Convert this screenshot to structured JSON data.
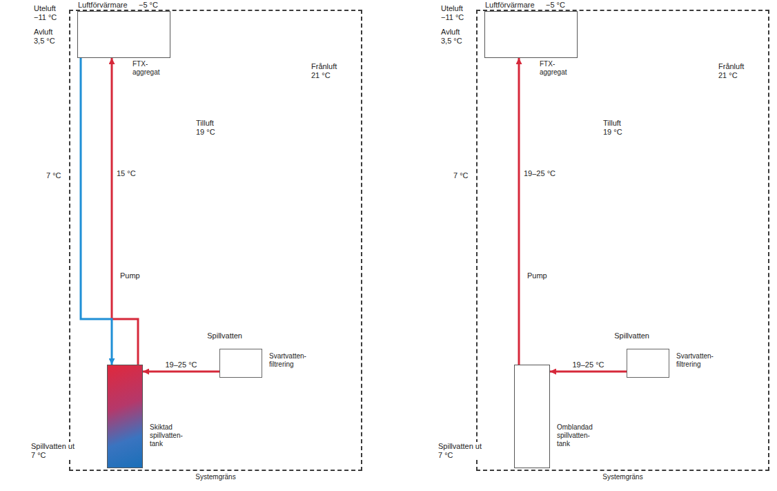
{
  "diagram": {
    "nodes": [
      {
        "text": [
          "Systemgräns"
        ]
      },
      {
        "text": [
          "FTX- aggregat"
        ],
        "in": 0
      },
      {
        "text": [
          "Svartvatten- filtrering"
        ],
        "in": 0
      },
      {
        "text": [
          "Skiktad spillvatten- tank"
        ],
        "in": 0
      },
      {
        "text": [
          "Systemgräns"
        ]
      },
      {
        "text": [
          "FTX- aggregat"
        ],
        "in": 4
      },
      {
        "text": [
          "Svartvatten- filtrering"
        ],
        "in": 4
      },
      {
        "text": [
          "Omblandad spillvatten- tank"
        ],
        "in": 4
      }
    ],
    "edges": [
      {
        "from": 2,
        "to": 3,
        "label": "19–25 °C",
        "arrow": "to"
      },
      {
        "from": 3,
        "to": 1,
        "arrow": "to"
      },
      {
        "from": 1,
        "to": 3,
        "arrow": "to"
      },
      {
        "from": 6,
        "to": 7,
        "label": "19–25 °C",
        "arrow": "to"
      },
      {
        "from": 7,
        "to": 5,
        "arrow": "to"
      }
    ],
    "labels": [
      "Luftförvärmare",
      "−5 °C",
      "Uteluft −11 °C",
      "Avluft 3,5 °C",
      "Frånluft 21 °C",
      "Tilluft 19 °C",
      "7 °C",
      "15 °C",
      "Pump",
      "Spillvatten",
      "Spillvatten ut 7 °C",
      "Luftförvärmare",
      "−5 °C",
      "Uteluft −11 °C",
      "Avluft 3,5 °C",
      "Frånluft 21 °C",
      "Tilluft 19 °C",
      "7 °C",
      "19–25 °C",
      "Pump",
      "Spillvatten",
      "Spillvatten ut 7 °C"
    ]
  }
}
